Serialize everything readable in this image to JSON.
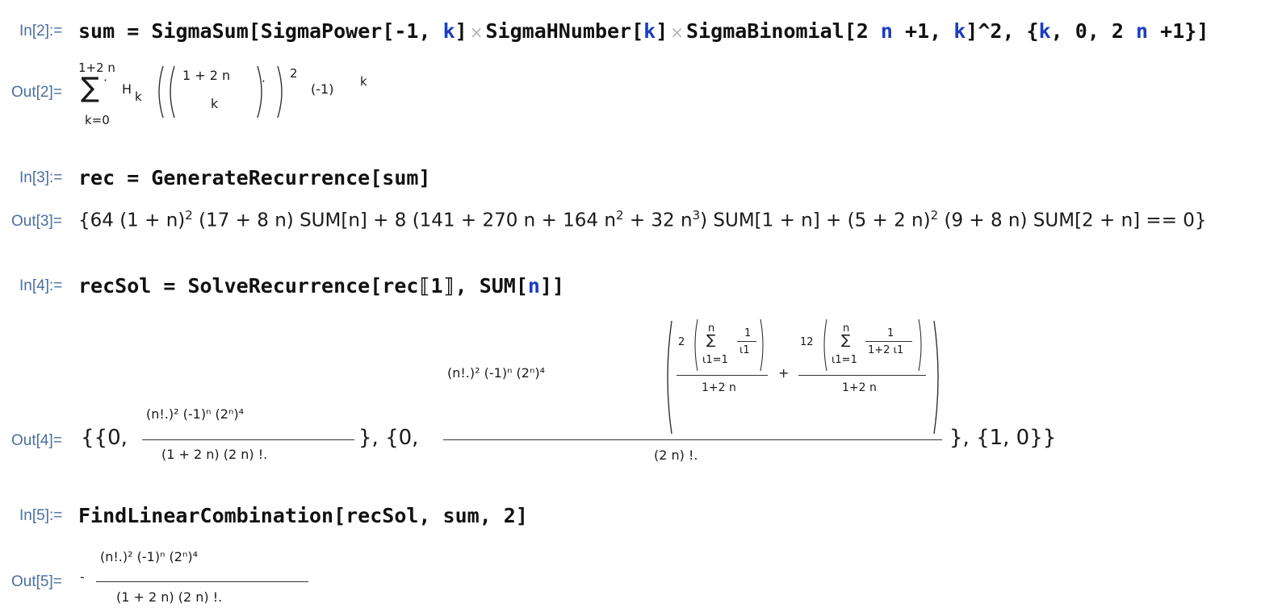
{
  "cells": [
    {
      "in_label": "In[2]:=",
      "input": {
        "sum": "sum",
        "eq": "=",
        "f1": "SigmaSum[SigmaPower[-1,",
        "k1": "k",
        "f1b": "]",
        "times": "×",
        "f2": "SigmaHNumber[",
        "k2": "k",
        "f2b": "]",
        "f3": "SigmaBinomial[2",
        "n1": "n",
        "f3b": "+1,",
        "k3": "k",
        "f3c": "]^2, {",
        "k4": "k",
        "f3d": ", 0, 2",
        "n2": "n",
        "f3e": "+1}]"
      },
      "out_label": "Out[2]=",
      "output": {
        "sum_upper": "1+2 n",
        "sum_lower": "k=0",
        "sigma": "∑",
        "dot": "·",
        "h": "H",
        "h_sub": "k",
        "binom_top": "1 + 2 n",
        "binom_bottom": "k",
        "exp2": "2",
        "neg1": "(-1)",
        "exp_k": "k"
      }
    },
    {
      "in_label": "In[3]:=",
      "input": {
        "text": "rec = GenerateRecurrence[sum]"
      },
      "out_label": "Out[3]=",
      "output": {
        "t1": "{64 (1 + n)",
        "e1": "2",
        "t2": "(17 + 8 n) SUM[n] + 8 (141 + 270 n + 164 n",
        "e2": "2",
        "t3": "+ 32 n",
        "e3": "3",
        "t4": ") SUM[1 + n] + (5 + 2 n)",
        "e4": "2",
        "t5": "(9 + 8 n) SUM[2 + n] == 0}"
      }
    },
    {
      "in_label": "In[4]:=",
      "input": {
        "a": "recSol = SolveRecurrence[rec⟦1⟧, SUM[",
        "n": "n",
        "b": "]]"
      },
      "out_label": "Out[4]=",
      "output": {
        "open": "{{0,",
        "f1_num": "(n!.)² (-1)ⁿ (2ⁿ)⁴",
        "f1_den": "(1 + 2 n) (2 n) !.",
        "mid": "}, {0,",
        "f2_num_pre": "(n!.)² (-1)ⁿ (2ⁿ)⁴",
        "inner1_coef": "2",
        "inner1_sum_top": "n",
        "inner1_sum_bot": "ι1=1",
        "inner1_frac_num": "1",
        "inner1_frac_den": "ι1",
        "inner1_den": "1+2 n",
        "plus": "+",
        "inner2_coef": "12",
        "inner2_sum_top": "n",
        "inner2_sum_bot": "ι1=1",
        "inner2_frac_num": "1",
        "inner2_frac_den": "1+2 ι1",
        "inner2_den": "1+2 n",
        "f2_den": "(2 n) !.",
        "close": "}, {1, 0}}"
      }
    },
    {
      "in_label": "In[5]:=",
      "input": {
        "text": "FindLinearCombination[recSol, sum, 2]"
      },
      "out_label": "Out[5]=",
      "output": {
        "minus": "-",
        "num": "(n!.)² (-1)ⁿ (2ⁿ)⁴",
        "den": "(1 + 2 n) (2 n) !."
      }
    }
  ]
}
